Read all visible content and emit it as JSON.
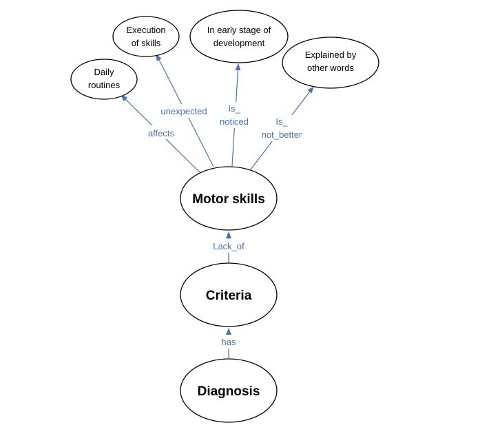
{
  "colors": {
    "node_stroke": "#000000",
    "node_fill": "#ffffff",
    "edge": "#4472c4",
    "edge_label": "#4472c4"
  },
  "nodes": {
    "daily_routines": {
      "lines": [
        "Daily",
        "routines"
      ]
    },
    "execution_of_skills": {
      "lines": [
        "Execution",
        "of skills"
      ]
    },
    "early_stage": {
      "lines": [
        "In early stage of",
        "development"
      ]
    },
    "explained_by": {
      "lines": [
        "Explained by",
        "other words"
      ]
    },
    "motor_skills": {
      "lines": [
        "Motor skills"
      ]
    },
    "criteria": {
      "lines": [
        "Criteria"
      ]
    },
    "diagnosis": {
      "lines": [
        "Diagnosis"
      ]
    }
  },
  "edges": {
    "affects": {
      "lines": [
        "affects"
      ]
    },
    "unexpected": {
      "lines": [
        "unexpected"
      ]
    },
    "is_noticed": {
      "lines": [
        "Is_",
        "noticed"
      ]
    },
    "is_not_better": {
      "lines": [
        "Is_",
        "not_better"
      ]
    },
    "lack_of": {
      "lines": [
        "Lack_of"
      ]
    },
    "has": {
      "lines": [
        "has"
      ]
    }
  }
}
